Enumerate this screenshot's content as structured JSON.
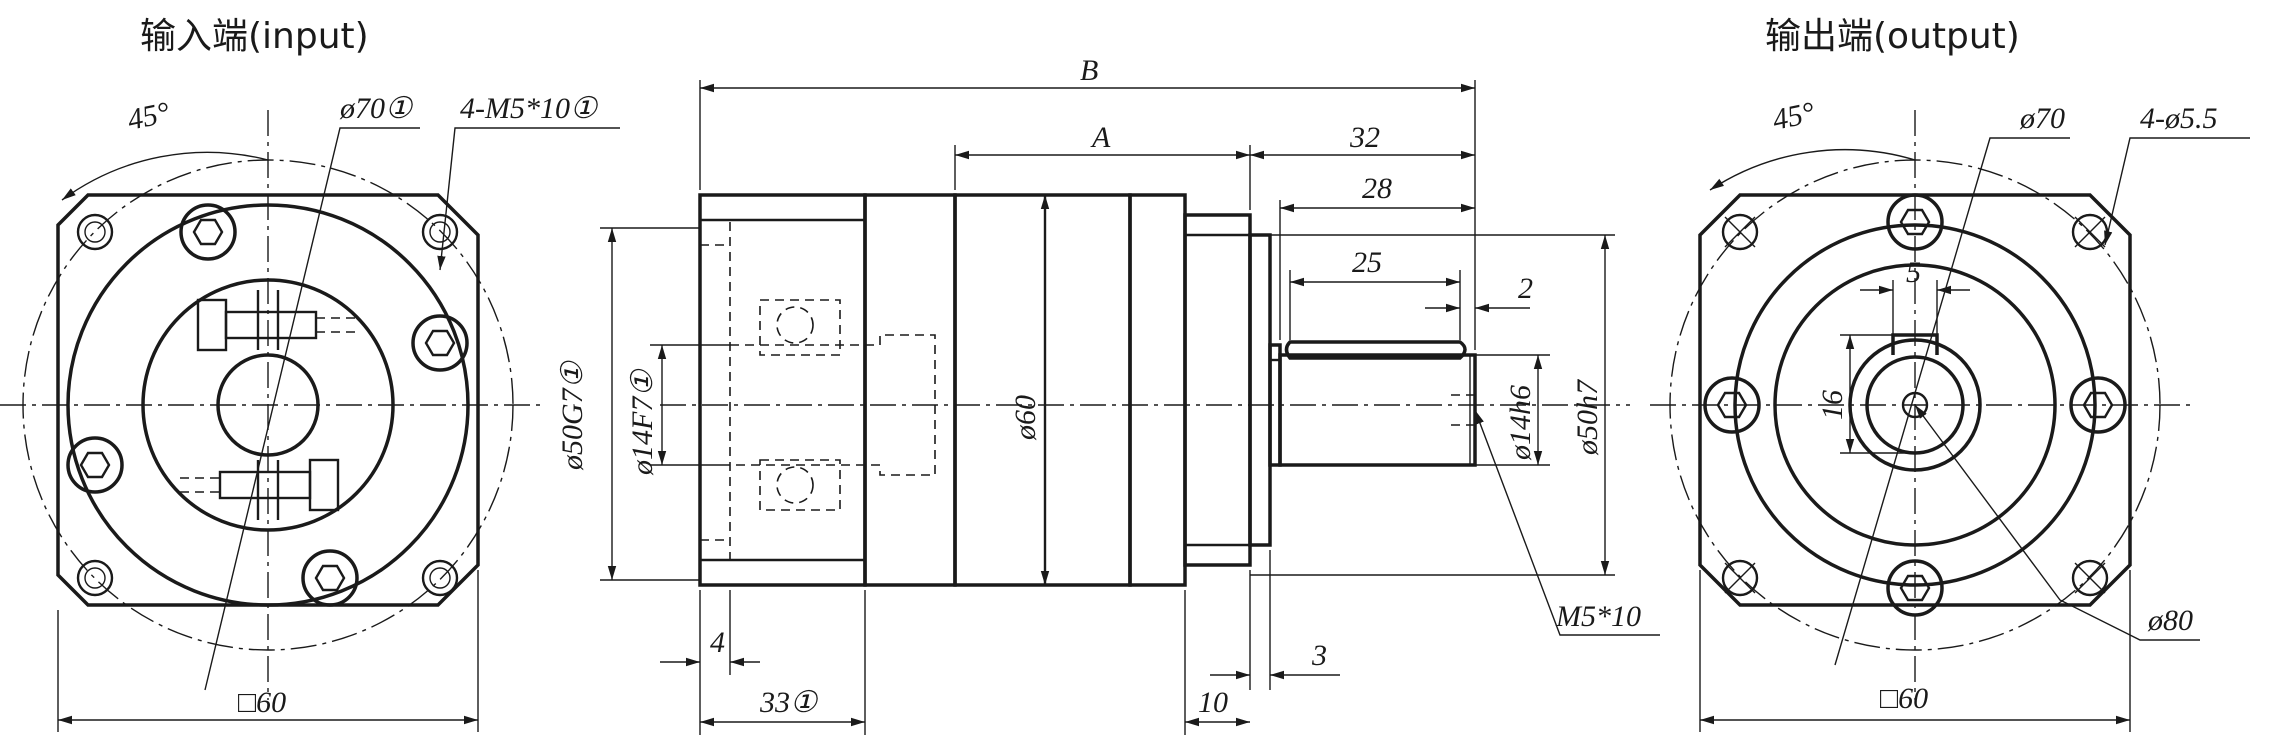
{
  "views": {
    "input": {
      "title": "输入端(input)",
      "angle_label": "45°",
      "pcd_label": "ø70①",
      "holes_label": "4-M5*10①",
      "square_label": "□60"
    },
    "side": {
      "dims": {
        "B": "B",
        "A": "A",
        "d32": "32",
        "d28": "28",
        "d25": "25",
        "d2": "2",
        "d4": "4",
        "d3": "3",
        "d10": "10",
        "d33": "33①",
        "dia60": "ø60",
        "dia50g7": "ø50G7①",
        "dia14f7": "ø14F7①",
        "dia14h6": "ø14h6",
        "dia50h7": "ø50h7",
        "tap": "M5*10"
      }
    },
    "output": {
      "title": "输出端(output)",
      "angle_label": "45°",
      "pcd_label": "ø70",
      "holes_label": "4-ø5.5",
      "key_width": "5",
      "key_height": "16",
      "outer_label": "ø80",
      "square_label": "□60"
    }
  }
}
